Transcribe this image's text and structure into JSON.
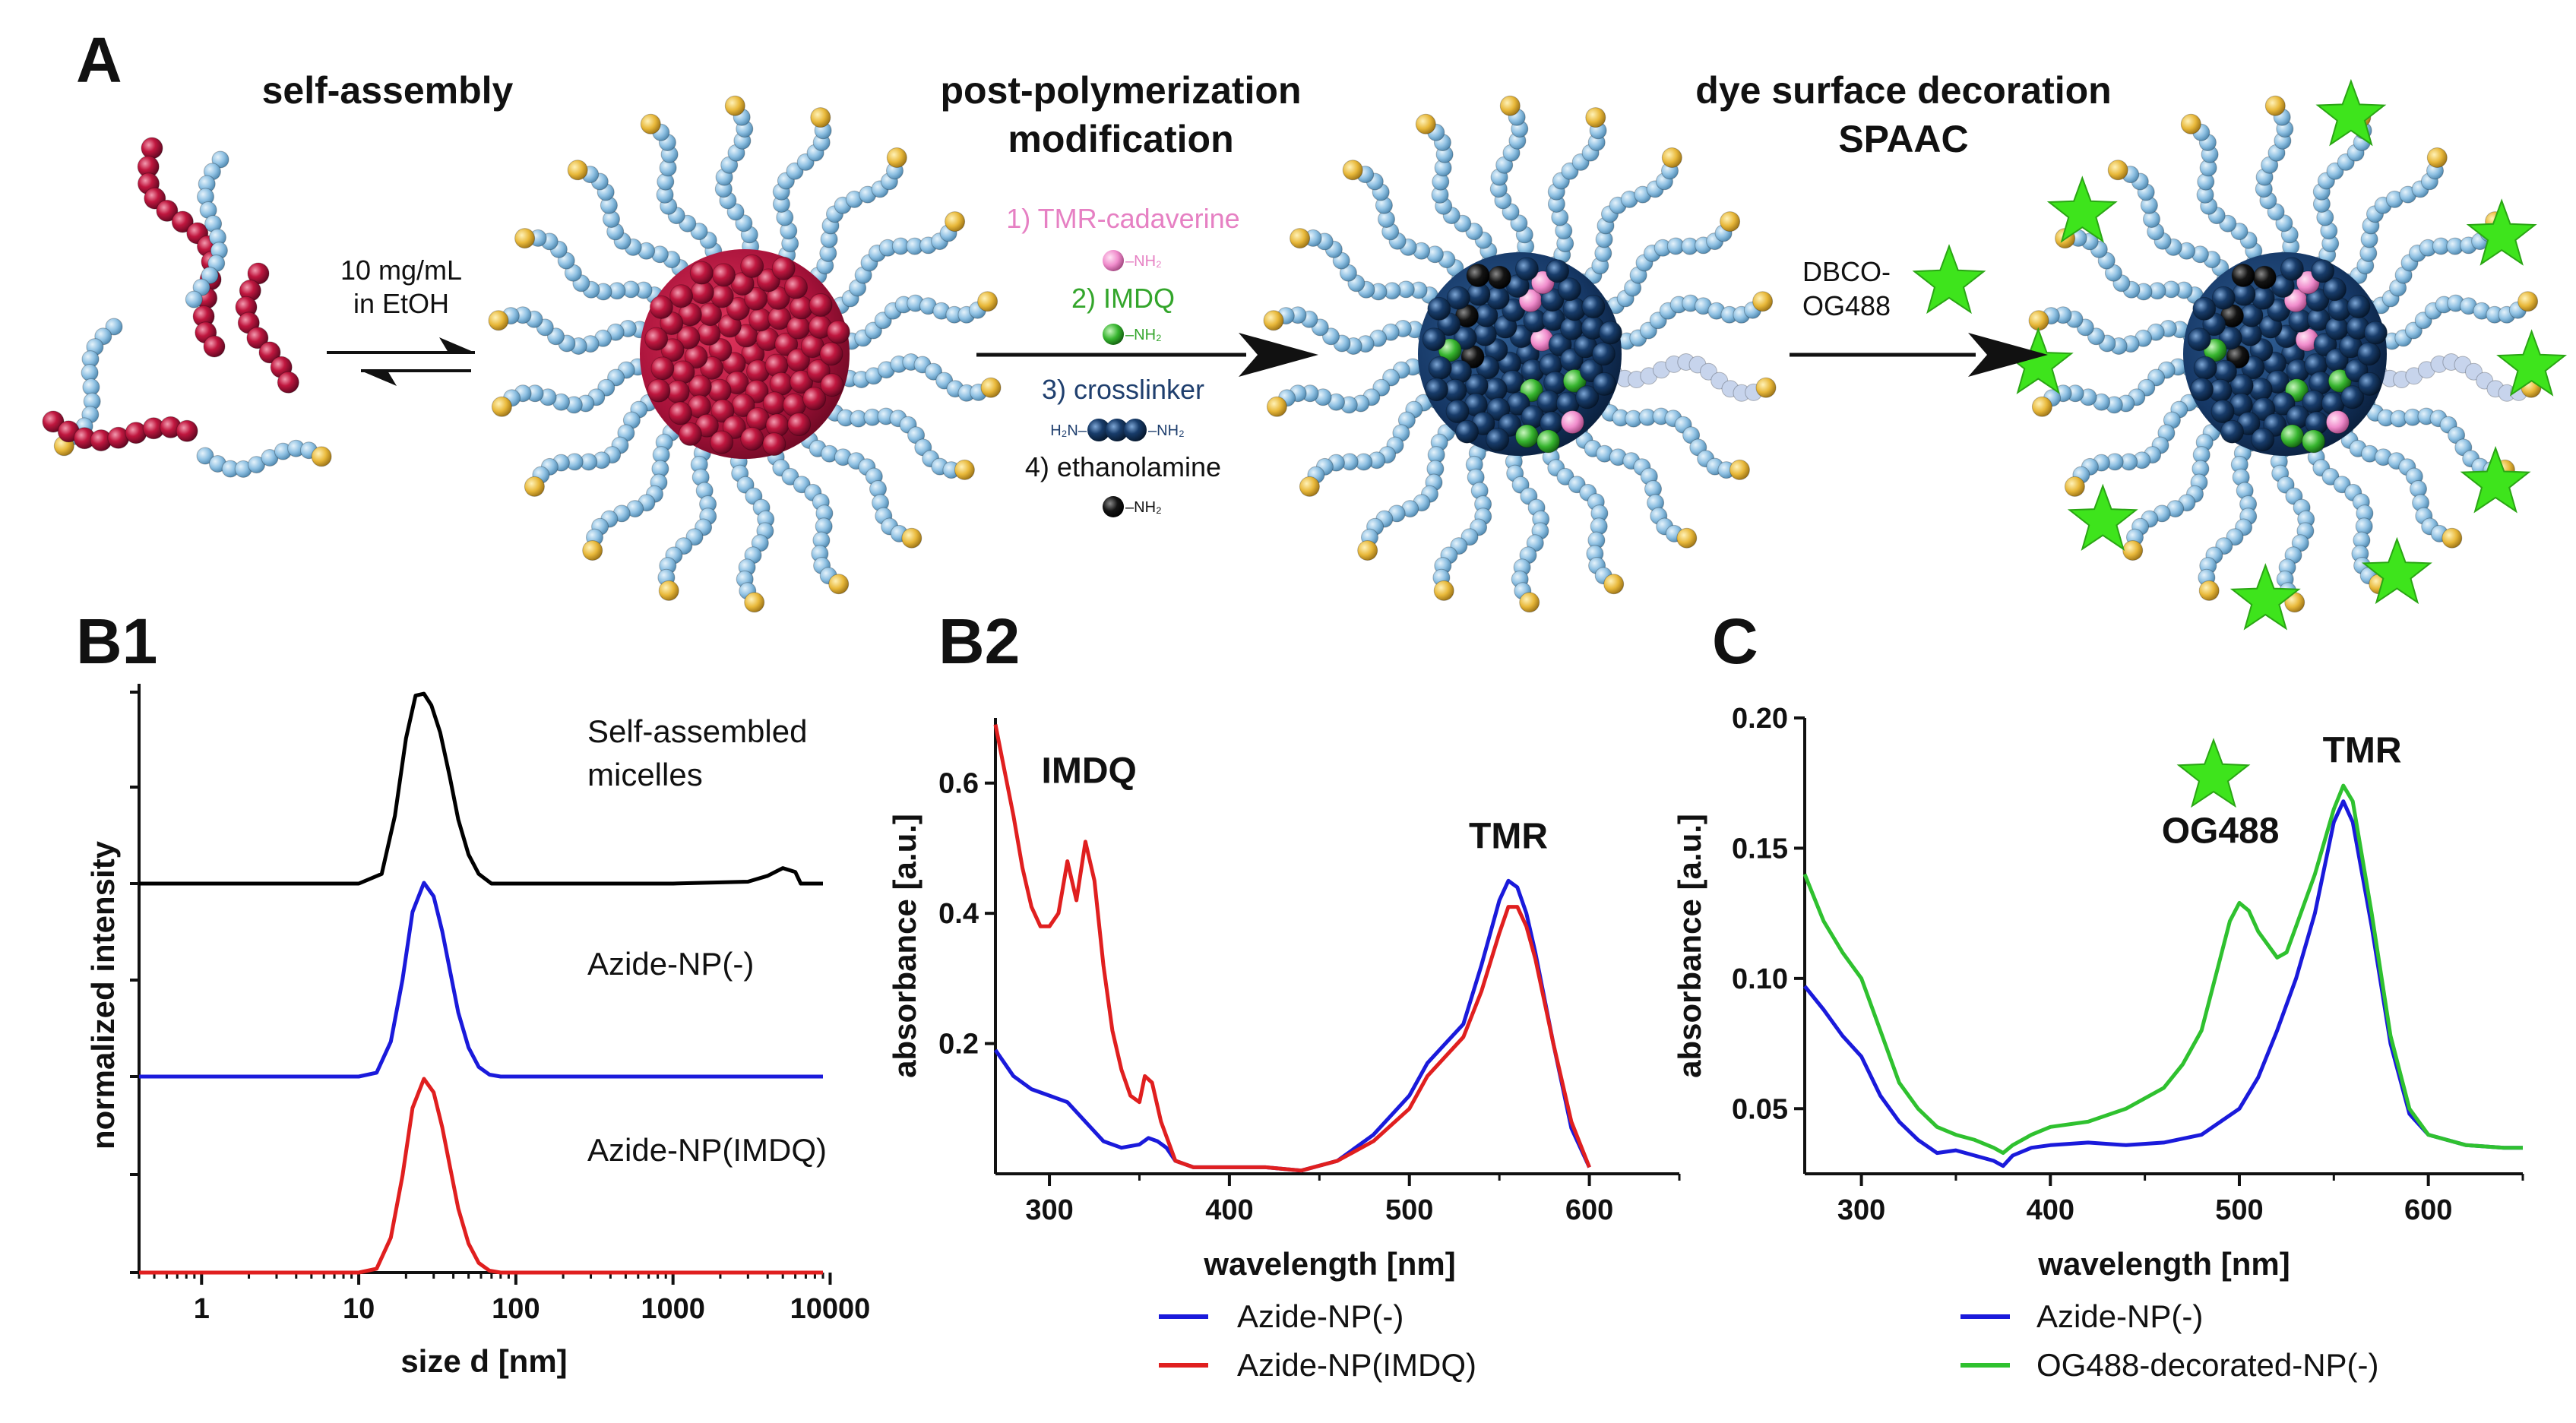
{
  "scheme": {
    "panel_label": "A",
    "step1_title": "self-assembly",
    "step1_condition_line1": "10 mg/mL",
    "step1_condition_line2": "in EtOH",
    "step2_title_line1": "post-polymerization",
    "step2_title_line2": "modification",
    "reagent1": "1) TMR-cadaverine",
    "reagent1_group": "–NH₂",
    "reagent2": "2) IMDQ",
    "reagent2_group": "–NH₂",
    "reagent3": "3) crosslinker",
    "reagent3_group_left": "H₂N–",
    "reagent3_group_right": "–NH₂",
    "reagent4": "4) ethanolamine",
    "reagent4_group": "–NH₂",
    "step3_title_line1": "dye surface decoration",
    "step3_title_line2": "SPAAC",
    "step3_reagent_line1": "DBCO-",
    "step3_reagent_line2": "OG488",
    "colors": {
      "polymer_core": "#c0173f",
      "corona": "#8fc1e3",
      "chain_end": "#e8b83a",
      "crosslinked_core": "#183c6a",
      "tmr_bead": "#f08ccc",
      "imdq_bead": "#37b52f",
      "ethanolamine_bead": "#111111",
      "og488_star": "#3ee41c"
    }
  },
  "chart_data": [
    {
      "id": "B1",
      "panel_label": "B1",
      "type": "line",
      "x_scale": "log",
      "xlabel": "size d [nm]",
      "ylabel": "normalized intensity",
      "xlim": [
        0.4,
        9000
      ],
      "xticks": [
        "1",
        "10",
        "100",
        "1000",
        "10000"
      ],
      "xtick_values": [
        1,
        10,
        100,
        1000,
        10000
      ],
      "y_tick_labels_shown": false,
      "series": [
        {
          "name": "Self-assembled micelles",
          "label_line1": "Self-assembled",
          "label_line2": "micelles",
          "color": "#000000",
          "offset": 2,
          "x": [
            0.4,
            1,
            10,
            14,
            17,
            20,
            23,
            26,
            29,
            33,
            38,
            43,
            50,
            58,
            70,
            100,
            1000,
            3000,
            4000,
            5000,
            6000,
            6500,
            9000
          ],
          "y": [
            0,
            0,
            0,
            0.05,
            0.35,
            0.75,
            0.97,
            0.98,
            0.92,
            0.78,
            0.55,
            0.33,
            0.15,
            0.05,
            0,
            0,
            0,
            0.01,
            0.04,
            0.08,
            0.06,
            0,
            0
          ]
        },
        {
          "name": "Azide-NP(-)",
          "label_line1": "Azide-NP(-)",
          "color": "#1a1adb",
          "offset": 1,
          "x": [
            0.4,
            1,
            10,
            13,
            16,
            19,
            22,
            26,
            30,
            34,
            38,
            43,
            50,
            58,
            68,
            80,
            100,
            1000,
            9000
          ],
          "y": [
            0,
            0,
            0,
            0.02,
            0.18,
            0.5,
            0.85,
            1.0,
            0.93,
            0.75,
            0.55,
            0.33,
            0.15,
            0.05,
            0.01,
            0,
            0,
            0,
            0
          ]
        },
        {
          "name": "Azide-NP(IMDQ)",
          "label_line1": "Azide-NP(IMDQ)",
          "color": "#e01f1f",
          "offset": 0,
          "x": [
            0.4,
            1,
            10,
            13,
            16,
            19,
            22,
            26,
            30,
            34,
            38,
            43,
            50,
            58,
            68,
            80,
            100,
            1000,
            9000
          ],
          "y": [
            0,
            0,
            0,
            0.02,
            0.18,
            0.5,
            0.85,
            1.0,
            0.93,
            0.75,
            0.55,
            0.33,
            0.15,
            0.05,
            0.01,
            0,
            0,
            0,
            0
          ]
        }
      ]
    },
    {
      "id": "B2",
      "panel_label": "B2",
      "type": "line",
      "xlabel": "wavelength [nm]",
      "ylabel": "absorbance [a.u.]",
      "xlim": [
        270,
        650
      ],
      "ylim": [
        0,
        0.7
      ],
      "xticks": [
        "300",
        "400",
        "500",
        "600"
      ],
      "xtick_values": [
        300,
        400,
        500,
        600
      ],
      "yticks": [
        "0.2",
        "0.4",
        "0.6"
      ],
      "ytick_values": [
        0.2,
        0.4,
        0.6
      ],
      "annotations": [
        {
          "text": "IMDQ",
          "x": 322,
          "y": 0.6
        },
        {
          "text": "TMR",
          "x": 555,
          "y": 0.5
        }
      ],
      "series": [
        {
          "name": "Azide-NP(-)",
          "color": "#1a1adb",
          "x": [
            270,
            280,
            290,
            300,
            310,
            320,
            330,
            340,
            350,
            355,
            360,
            365,
            370,
            380,
            400,
            420,
            440,
            460,
            480,
            500,
            510,
            520,
            530,
            540,
            550,
            555,
            560,
            565,
            570,
            580,
            590,
            600
          ],
          "y": [
            0.19,
            0.15,
            0.13,
            0.12,
            0.11,
            0.08,
            0.05,
            0.04,
            0.045,
            0.055,
            0.05,
            0.04,
            0.02,
            0.01,
            0.01,
            0.01,
            0.005,
            0.02,
            0.06,
            0.12,
            0.17,
            0.2,
            0.23,
            0.32,
            0.42,
            0.45,
            0.44,
            0.4,
            0.34,
            0.2,
            0.07,
            0.01
          ]
        },
        {
          "name": "Azide-NP(IMDQ)",
          "color": "#e01f1f",
          "x": [
            270,
            275,
            280,
            285,
            290,
            295,
            300,
            305,
            310,
            315,
            320,
            325,
            330,
            335,
            340,
            345,
            350,
            353,
            357,
            362,
            370,
            380,
            400,
            420,
            440,
            460,
            480,
            500,
            510,
            520,
            530,
            540,
            550,
            555,
            560,
            565,
            570,
            580,
            590,
            600
          ],
          "y": [
            0.69,
            0.62,
            0.55,
            0.47,
            0.41,
            0.38,
            0.38,
            0.4,
            0.48,
            0.42,
            0.51,
            0.45,
            0.32,
            0.22,
            0.16,
            0.12,
            0.11,
            0.15,
            0.14,
            0.08,
            0.02,
            0.01,
            0.01,
            0.01,
            0.005,
            0.02,
            0.05,
            0.1,
            0.15,
            0.18,
            0.21,
            0.28,
            0.37,
            0.41,
            0.41,
            0.38,
            0.33,
            0.2,
            0.08,
            0.01
          ]
        }
      ]
    },
    {
      "id": "C",
      "panel_label": "C",
      "type": "line",
      "xlabel": "wavelength [nm]",
      "ylabel": "absorbance [a.u.]",
      "xlim": [
        270,
        650
      ],
      "ylim": [
        0.025,
        0.2
      ],
      "xticks": [
        "300",
        "400",
        "500",
        "600"
      ],
      "xtick_values": [
        300,
        400,
        500,
        600
      ],
      "yticks": [
        "0.05",
        "0.10",
        "0.15",
        "0.20"
      ],
      "ytick_values": [
        0.05,
        0.1,
        0.15,
        0.2
      ],
      "annotations": [
        {
          "text": "TMR",
          "x": 565,
          "y": 0.183
        },
        {
          "text": "OG488",
          "x": 490,
          "y": 0.152
        }
      ],
      "series": [
        {
          "name": "Azide-NP(-)",
          "color": "#1a1adb",
          "x": [
            270,
            280,
            290,
            300,
            310,
            320,
            330,
            340,
            350,
            360,
            370,
            375,
            380,
            390,
            400,
            420,
            440,
            460,
            480,
            500,
            510,
            520,
            530,
            540,
            550,
            555,
            560,
            570,
            580,
            590,
            600,
            620,
            640,
            650
          ],
          "y": [
            0.097,
            0.088,
            0.078,
            0.07,
            0.055,
            0.045,
            0.038,
            0.033,
            0.034,
            0.032,
            0.03,
            0.028,
            0.032,
            0.035,
            0.036,
            0.037,
            0.036,
            0.037,
            0.04,
            0.05,
            0.062,
            0.08,
            0.1,
            0.125,
            0.16,
            0.168,
            0.16,
            0.12,
            0.075,
            0.048,
            0.04,
            0.036,
            0.035,
            0.035
          ]
        },
        {
          "name": "OG488-decorated-NP(-)",
          "color": "#2fc12f",
          "x": [
            270,
            280,
            290,
            300,
            310,
            320,
            330,
            340,
            350,
            360,
            370,
            375,
            380,
            390,
            400,
            420,
            440,
            460,
            470,
            480,
            490,
            495,
            500,
            505,
            510,
            520,
            525,
            530,
            540,
            550,
            555,
            560,
            570,
            580,
            590,
            600,
            620,
            640,
            650
          ],
          "y": [
            0.14,
            0.122,
            0.11,
            0.1,
            0.08,
            0.06,
            0.05,
            0.043,
            0.04,
            0.038,
            0.035,
            0.033,
            0.036,
            0.04,
            0.043,
            0.045,
            0.05,
            0.058,
            0.067,
            0.08,
            0.108,
            0.122,
            0.129,
            0.126,
            0.118,
            0.108,
            0.11,
            0.12,
            0.14,
            0.165,
            0.174,
            0.168,
            0.125,
            0.078,
            0.05,
            0.04,
            0.036,
            0.035,
            0.035
          ]
        }
      ]
    }
  ]
}
